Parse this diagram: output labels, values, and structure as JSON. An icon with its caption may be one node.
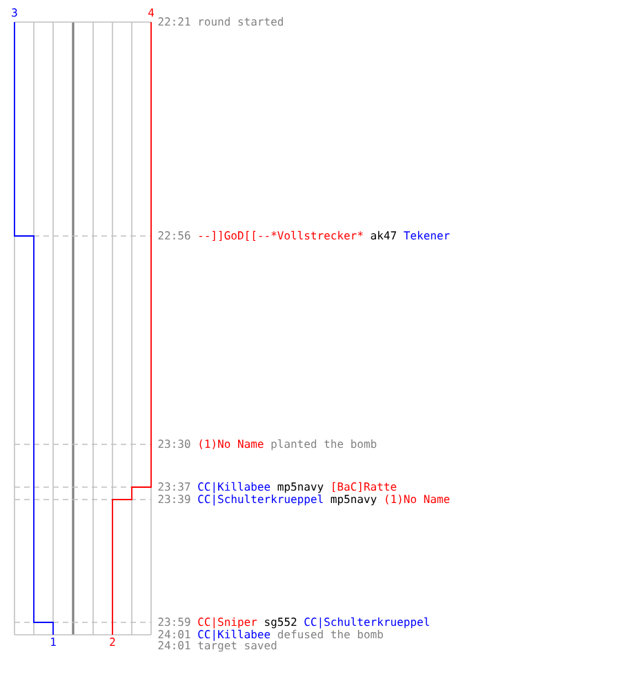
{
  "diagram": {
    "labels": [
      "3",
      "4",
      "22:21",
      "round started",
      "22:56",
      "--]]GoD[[--*Vollstrecker",
      "*",
      "ak47",
      "Tekener",
      "23:30",
      "(1)No Name",
      "planted the bomb",
      "23:37",
      "CC|Killabee",
      "mp5navy",
      "[BaC]Ratte",
      "23:39",
      "CC|Schulterkrueppel",
      "mp5navy",
      "(1)No Name",
      "23:59",
      "CC|Sniper",
      "sg552",
      "CC|Schulterkrueppel",
      "1",
      "2",
      "24:01",
      "CC|Killabee",
      "defused the bomb",
      "24:01",
      "target saved"
    ]
  }
}
